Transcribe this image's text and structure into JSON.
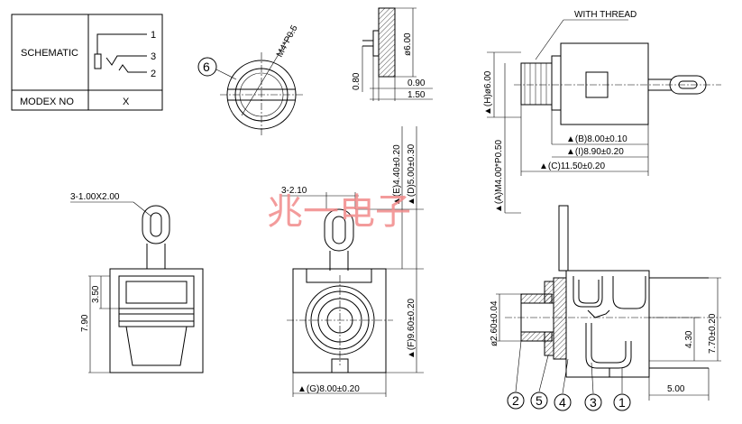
{
  "table": {
    "schematic_label": "SCHEMATIC",
    "modex_label": "MODEX NO",
    "modex_value": "X",
    "pins": [
      "1",
      "3",
      "2"
    ]
  },
  "front_view": {
    "callout": "6",
    "thread_label": "M4*P0.5"
  },
  "nut_view": {
    "dia": "ø6.00",
    "d080": "0.80",
    "d090": "0.90",
    "d150": "1.50"
  },
  "side_view": {
    "thread_note": "WITH THREAD",
    "h": "▲(H)ø6.00",
    "a": "▲(A)M4.00*P0.50",
    "b": "▲(B)8.00±0.10",
    "i": "▲(I)8.90±0.20",
    "c": "▲(C)11.50±0.20"
  },
  "left_view": {
    "slot": "3-1.00X2.00",
    "d350": "3.50",
    "d790": "7.90"
  },
  "center_view": {
    "d210": "3-2.10",
    "e": "▲(E)4.40±0.20",
    "d": "▲(D)5.00±0.30",
    "f": "▲(F)9.60±0.20",
    "g": "▲(G)8.00±0.20"
  },
  "section_view": {
    "dia": "ø2.60±0.04",
    "d430": "4.30",
    "d770": "7.70±0.20",
    "d500": "5.00",
    "callouts": [
      "2",
      "5",
      "4",
      "3",
      "1"
    ]
  },
  "watermark": "兆一电子"
}
